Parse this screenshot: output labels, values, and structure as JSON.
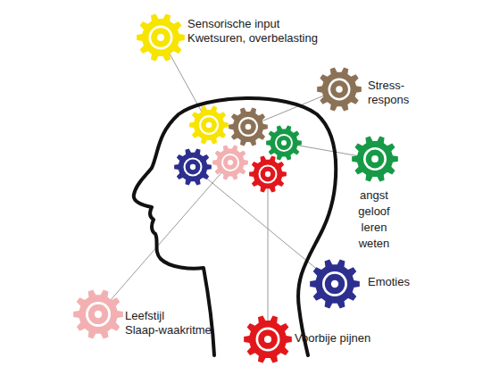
{
  "diagram": {
    "nodes": [
      {
        "text": [
          "Sensorische input",
          "Kwetsuren, overbelasting"
        ]
      },
      {
        "text": [
          "Stress-respons"
        ]
      },
      {
        "text": [
          "angst geloof leren weten"
        ]
      },
      {
        "text": [
          "Emoties"
        ]
      },
      {
        "text": [
          "Leefstijl",
          "Slaap-waakritme"
        ]
      },
      {
        "text": [
          "Voorbije pijnen"
        ]
      }
    ]
  }
}
